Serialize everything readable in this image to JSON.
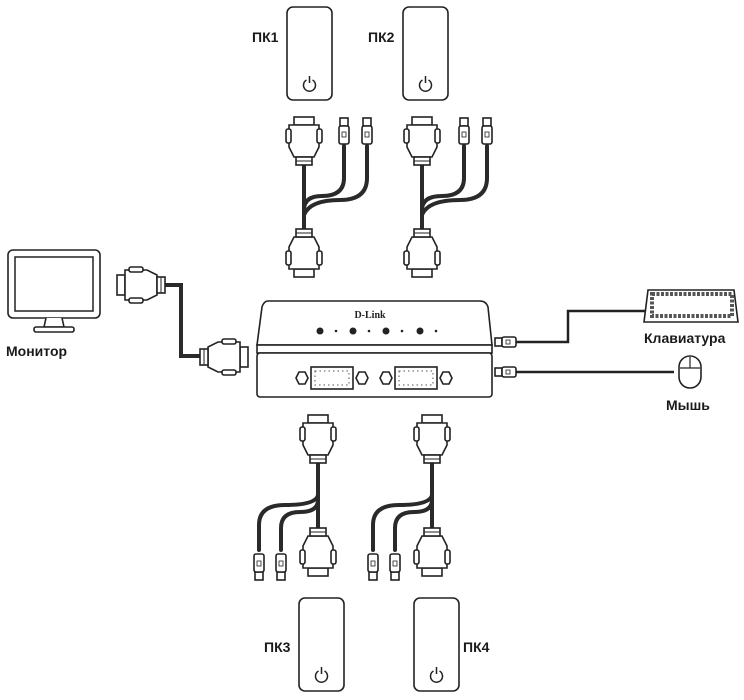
{
  "labels": {
    "pc1": "ПК1",
    "pc2": "ПК2",
    "pc3": "ПК3",
    "pc4": "ПК4",
    "monitor": "Монитор",
    "keyboard": "Клавиатура",
    "mouse": "Мышь"
  },
  "switch": {
    "brand": "D-Link"
  },
  "colors": {
    "line": "#222222",
    "background": "#ffffff"
  }
}
